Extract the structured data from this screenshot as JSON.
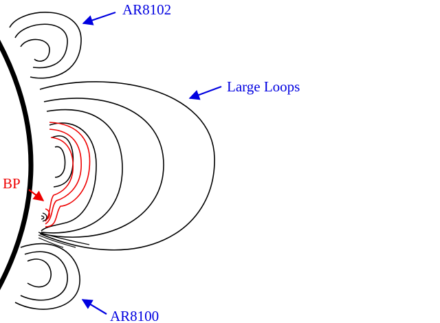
{
  "labels": {
    "ar8102": "AR8102",
    "large_loops": "Large Loops",
    "bp": "BP",
    "ar8100": "AR8100"
  },
  "colors": {
    "annotation_blue": "#0000e0",
    "bp_red": "#ee0000",
    "contour_black": "#000000",
    "background": "#ffffff"
  }
}
